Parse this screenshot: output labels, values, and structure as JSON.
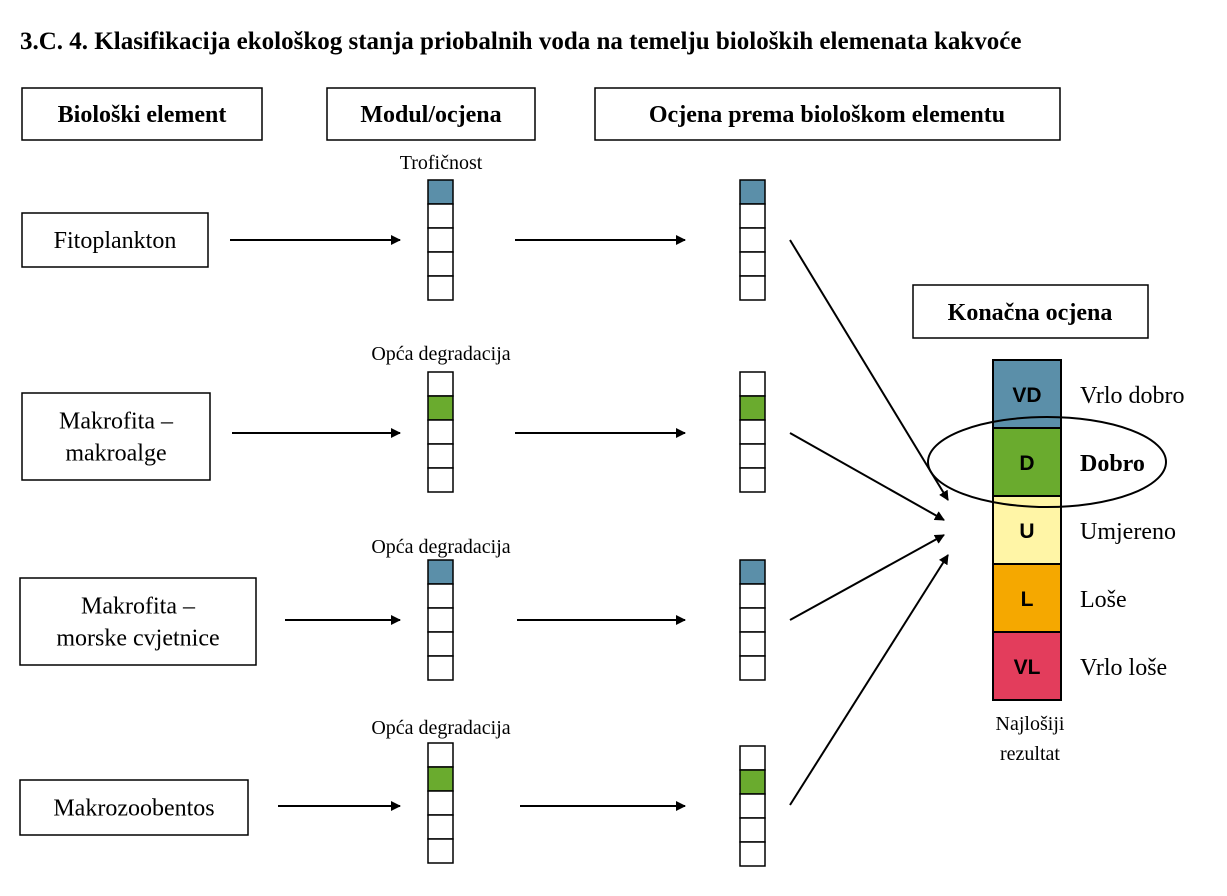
{
  "title": "3.C. 4. Klasifikacija ekološkog stanja priobalnih voda na temelju bioloških elemenata kakvoće",
  "headers": {
    "element": "Biološki element",
    "module": "Modul/ocjena",
    "assessment": "Ocjena prema biološkom elementu",
    "final": "Konačna ocjena"
  },
  "rows": [
    {
      "element_lines": [
        "Fitoplankton"
      ],
      "module": "Trofičnost",
      "module_class": 0,
      "element_class": 0
    },
    {
      "element_lines": [
        "Makrofita –",
        "makroalge"
      ],
      "module": "Opća degradacija",
      "module_class": 1,
      "element_class": 1
    },
    {
      "element_lines": [
        "Makrofita –",
        "morske cvjetnice"
      ],
      "module": "Opća degradacija",
      "module_class": 0,
      "element_class": 0
    },
    {
      "element_lines": [
        "Makrozoobentos"
      ],
      "module": "Opća degradacija",
      "module_class": 1,
      "element_class": 1
    }
  ],
  "classes": [
    {
      "code": "VD",
      "label": "Vrlo dobro",
      "color": "#5b8fa9"
    },
    {
      "code": "D",
      "label": "Dobro",
      "color": "#6aab2e"
    },
    {
      "code": "U",
      "label": "Umjereno",
      "color": "#fff5a6"
    },
    {
      "code": "L",
      "label": "Loše",
      "color": "#f5a800"
    },
    {
      "code": "VL",
      "label": "Vrlo loše",
      "color": "#e33d5c"
    }
  ],
  "final_result_index": 1,
  "final_note_lines": [
    "Najlošiji",
    "rezultat"
  ]
}
